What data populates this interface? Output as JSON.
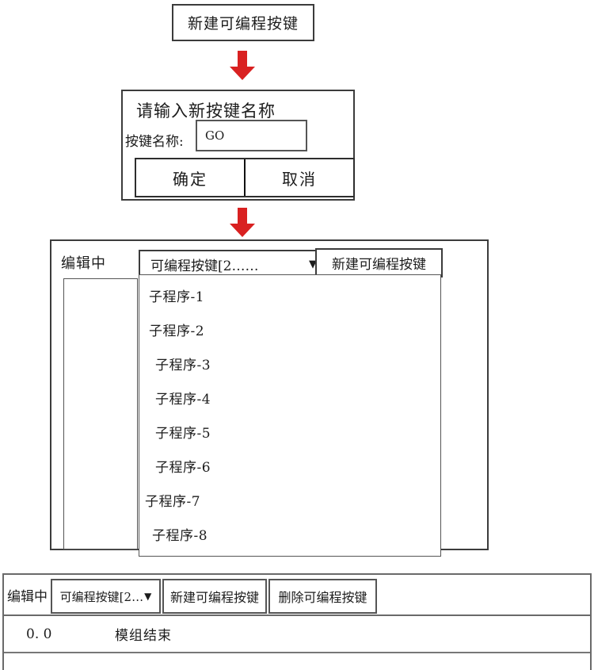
{
  "colors": {
    "arrow_red": "#d92121",
    "border_dark": "#3c3c3c"
  },
  "flow": {
    "start_button": "新建可编程按键",
    "dialog": {
      "title": "请输入新按键名称",
      "name_label": "按键名称:",
      "name_value": "GO",
      "ok_label": "确定",
      "cancel_label": "取消"
    },
    "editor_panel": {
      "status_label": "编辑中",
      "dropdown_label": "可编程按键[2……",
      "dropdown_arrow": "▼",
      "new_button": "新建可编程按键",
      "subroutines": [
        "子程序-1",
        "子程序-2",
        "子程序-3",
        "子程序-4",
        "子程序-5",
        "子程序-6",
        "子程序-7",
        "子程序-8"
      ]
    },
    "toolbar": {
      "status_label": "编辑中",
      "dropdown_label": "可编程按键[2…",
      "dropdown_arrow": "▼",
      "new_button": "新建可编程按键",
      "delete_button": "删除可编程按键",
      "row_number": "0. 0",
      "row_text": "模组结束"
    }
  }
}
